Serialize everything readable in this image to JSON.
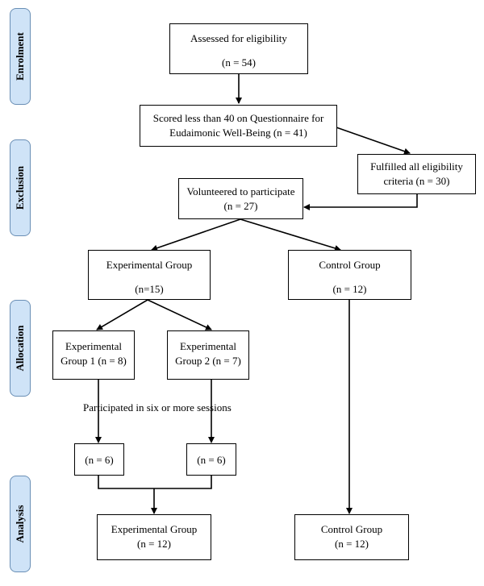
{
  "stages": {
    "enrolment": "Enrolment",
    "exclusion": "Exclusion",
    "allocation": "Allocation",
    "analysis": "Analysis"
  },
  "boxes": {
    "assessed": {
      "line1": "Assessed for eligibility",
      "line2": "(n = 54)"
    },
    "scored": {
      "line1": "Scored less than 40 on Questionnaire for",
      "line2": "Eudaimonic Well-Being (n = 41)"
    },
    "fulfilled": {
      "line1": "Fulfilled all eligibility",
      "line2": "criteria (n = 30)"
    },
    "volunteered": {
      "line1": "Volunteered to participate",
      "line2": "(n = 27)"
    },
    "exp_group": {
      "line1": "Experimental Group",
      "line2": "(n=15)"
    },
    "control_group": {
      "line1": "Control Group",
      "line2": "(n = 12)"
    },
    "exp1": {
      "line1": "Experimental",
      "line2": "Group 1 (n = 8)"
    },
    "exp2": {
      "line1": "Experimental",
      "line2": "Group 2 (n = 7)"
    },
    "n6_left": {
      "line1": "(n = 6)"
    },
    "n6_right": {
      "line1": "(n = 6)"
    },
    "exp_final": {
      "line1": "Experimental Group",
      "line2": "(n = 12)"
    },
    "control_final": {
      "line1": "Control Group",
      "line2": "(n = 12)"
    }
  },
  "note": "Participated in six or more sessions"
}
